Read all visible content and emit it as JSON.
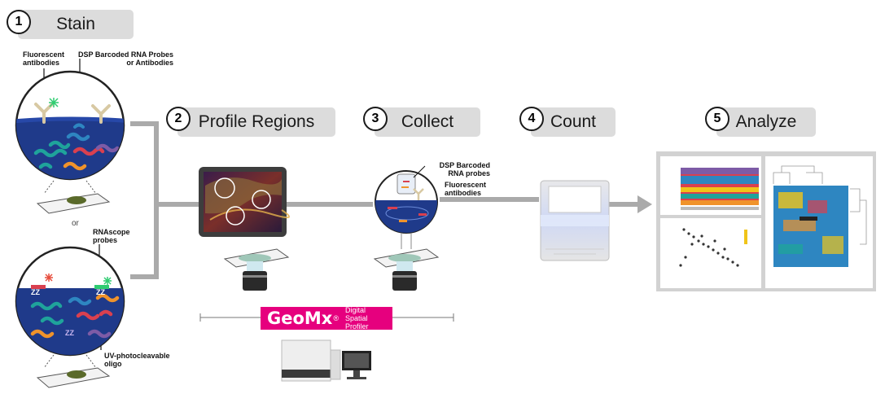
{
  "steps": [
    {
      "number": "1",
      "label": "Stain"
    },
    {
      "number": "2",
      "label": "Profile Regions"
    },
    {
      "number": "3",
      "label": "Collect"
    },
    {
      "number": "4",
      "label": "Count"
    },
    {
      "number": "5",
      "label": "Analyze"
    }
  ],
  "annotations": {
    "fluorescent_antibodies": [
      "Fluorescent",
      "antibodies"
    ],
    "dsp_probes_or_antibodies": [
      "DSP Barcoded RNA Probes",
      "or Antibodies"
    ],
    "or": "or",
    "rnascope": [
      "RNAscope",
      "probes"
    ],
    "uv_oligo": [
      "UV-photocleavable",
      "oligo"
    ],
    "collect_dsp": [
      "DSP Barcoded",
      "RNA probes"
    ],
    "collect_fluor": [
      "Fluorescent",
      "antibodies"
    ]
  },
  "brand": {
    "name": "GeoMx",
    "trademark": "®",
    "subtitle": [
      "Digital",
      "Spatial Profiler"
    ],
    "color": "#e6007e"
  },
  "colors": {
    "label_bg": "#dcdcdc",
    "connector": "#aaaaaa",
    "well_fill": "#1f3a8a",
    "probe_teal": "#1fa39b",
    "probe_blue": "#2e86c1",
    "probe_red": "#d9404f",
    "probe_orange": "#f0932b",
    "probe_purple": "#7d5ba6",
    "signal_green": "#2ecc71",
    "signal_red": "#e74c3c"
  },
  "icons": [
    "antibody-icon",
    "rna-probe-icon",
    "microscope-slide-icon",
    "objective-icon",
    "sequencer-icon",
    "analysis-screen-icon",
    "instrument-icon"
  ]
}
